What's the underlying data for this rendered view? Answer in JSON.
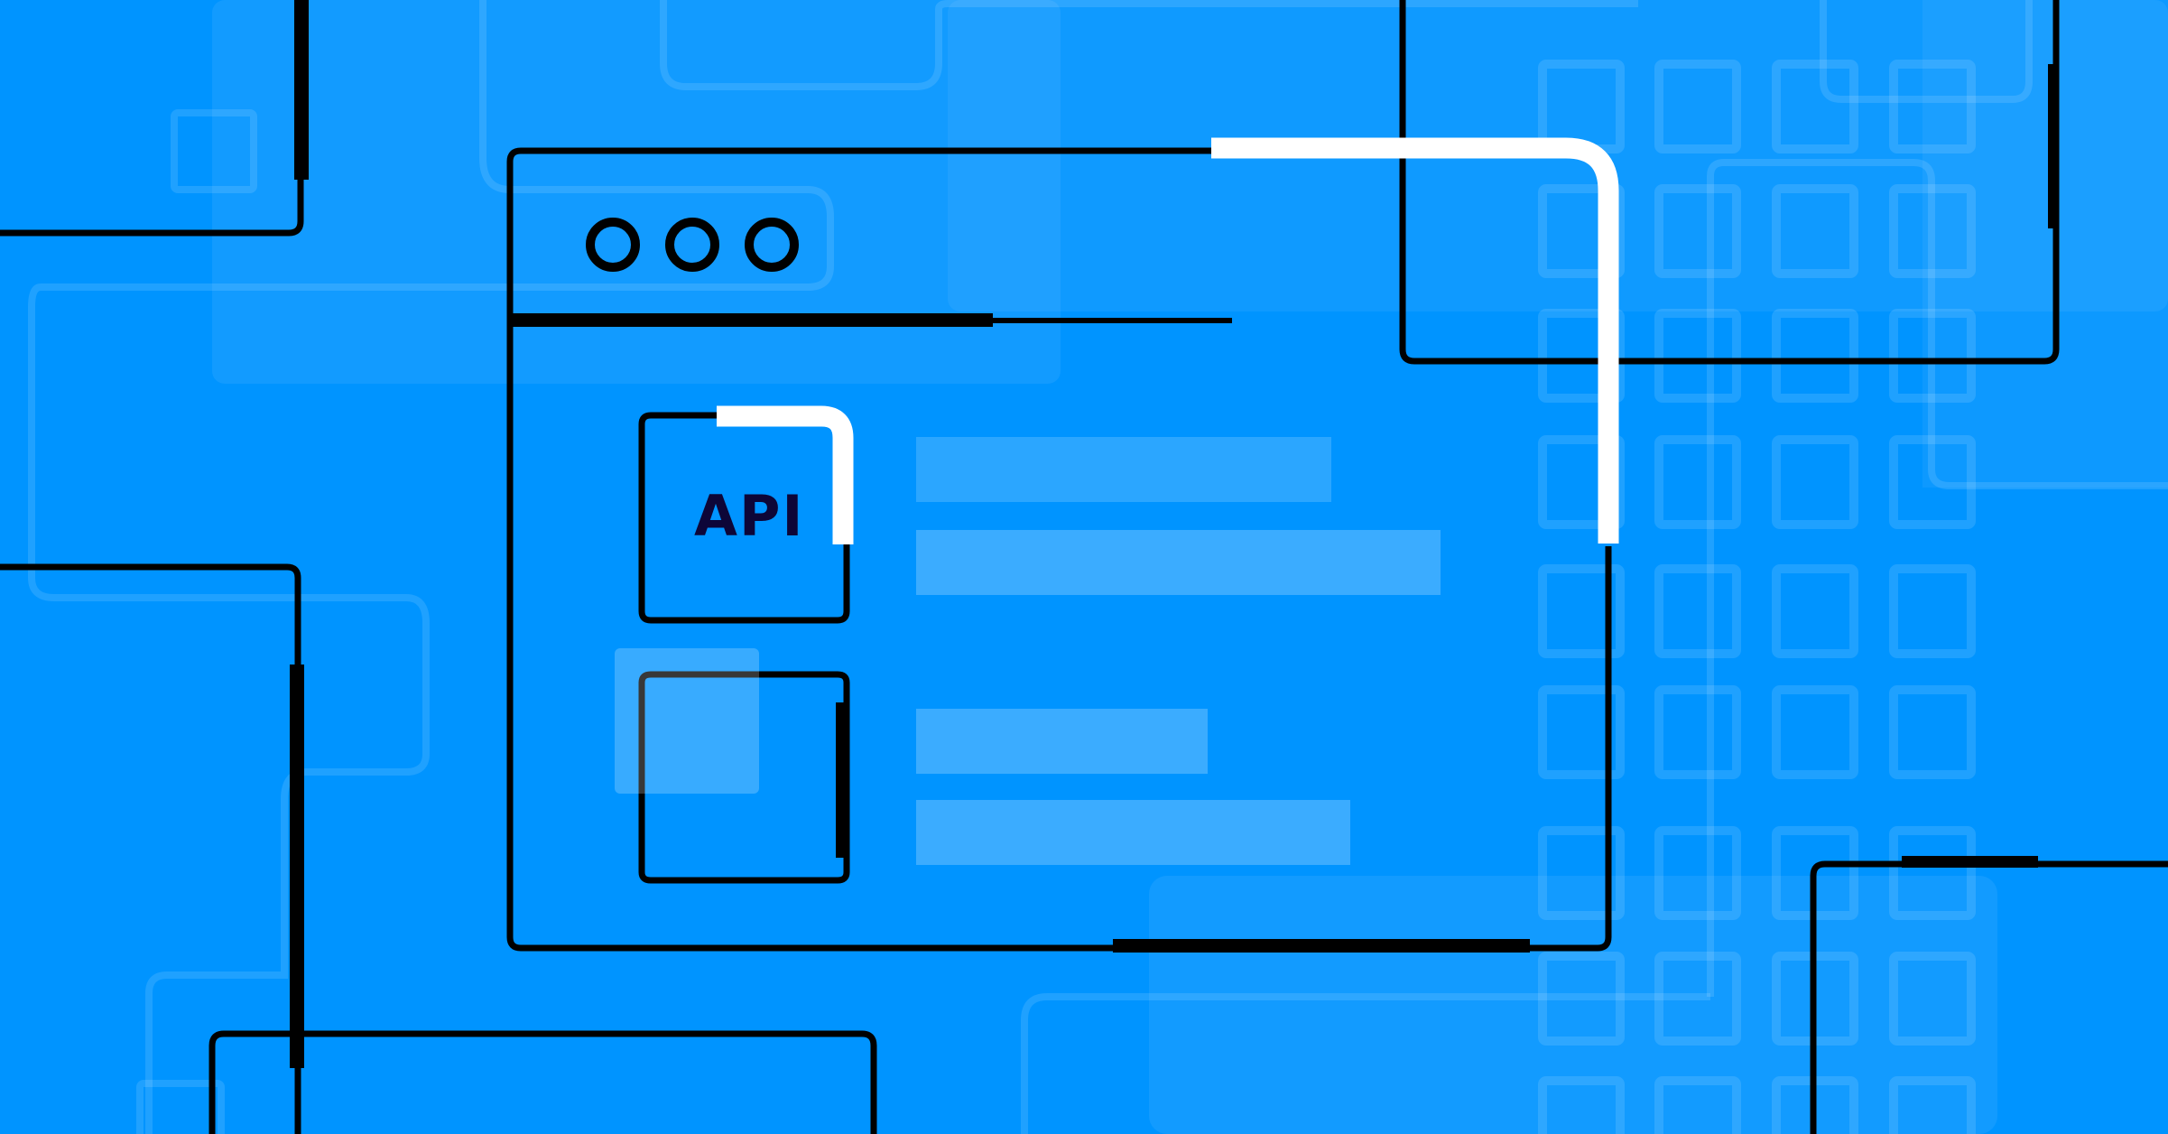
{
  "illustration": {
    "theme": "api-browser-window",
    "background_color": "#0094ff",
    "panel_tint_color": "#ffffff",
    "line_color": "#000000",
    "accent_color": "#ffffff",
    "text_bar_color": "#3aa8ff",
    "api_text_color": "#0d0638"
  },
  "browser_window": {
    "window_controls": [
      "dot",
      "dot",
      "dot"
    ],
    "api_box": {
      "label": "API"
    },
    "content_rows": [
      {
        "bars": [
          "title-bar",
          "subtitle-bar"
        ]
      },
      {
        "bars": [
          "title-bar",
          "subtitle-bar"
        ]
      }
    ]
  },
  "background_grid": {
    "columns": 4,
    "rows": 9
  }
}
